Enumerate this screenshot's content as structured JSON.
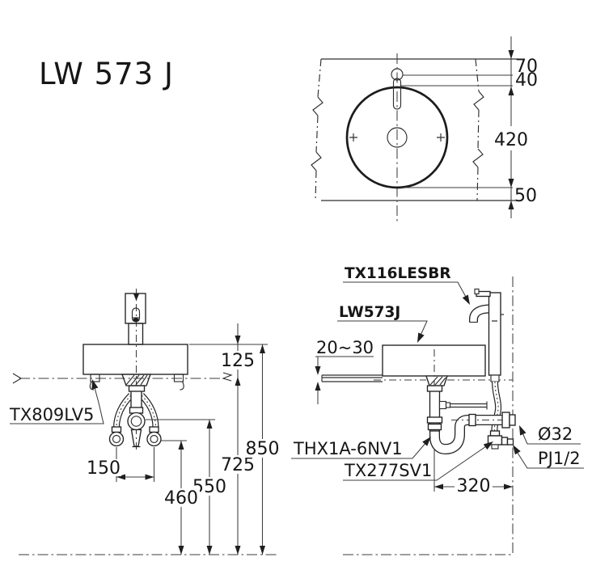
{
  "title": "LW 573 J",
  "colors": {
    "line": "#232323",
    "background": "#ffffff"
  },
  "top_view": {
    "dims": {
      "d70": "70",
      "d40": "40",
      "d420": "420",
      "d50": "50"
    }
  },
  "front_view": {
    "trap_label": "TX809LV5",
    "dims": {
      "d125": "125",
      "d150": "150",
      "d460": "460",
      "d550": "550",
      "d725": "725",
      "d850": "850"
    }
  },
  "side_view": {
    "faucet_label": "TX116LESBR",
    "basin_label": "LW573J",
    "counter_thickness": "20~30",
    "trap_label": "THX1A-6NV1",
    "stop_valve_label": "TX277SV1",
    "drain_diameter": "Ø32",
    "supply_connection": "PJ1/2",
    "dims": {
      "d320": "320"
    }
  }
}
